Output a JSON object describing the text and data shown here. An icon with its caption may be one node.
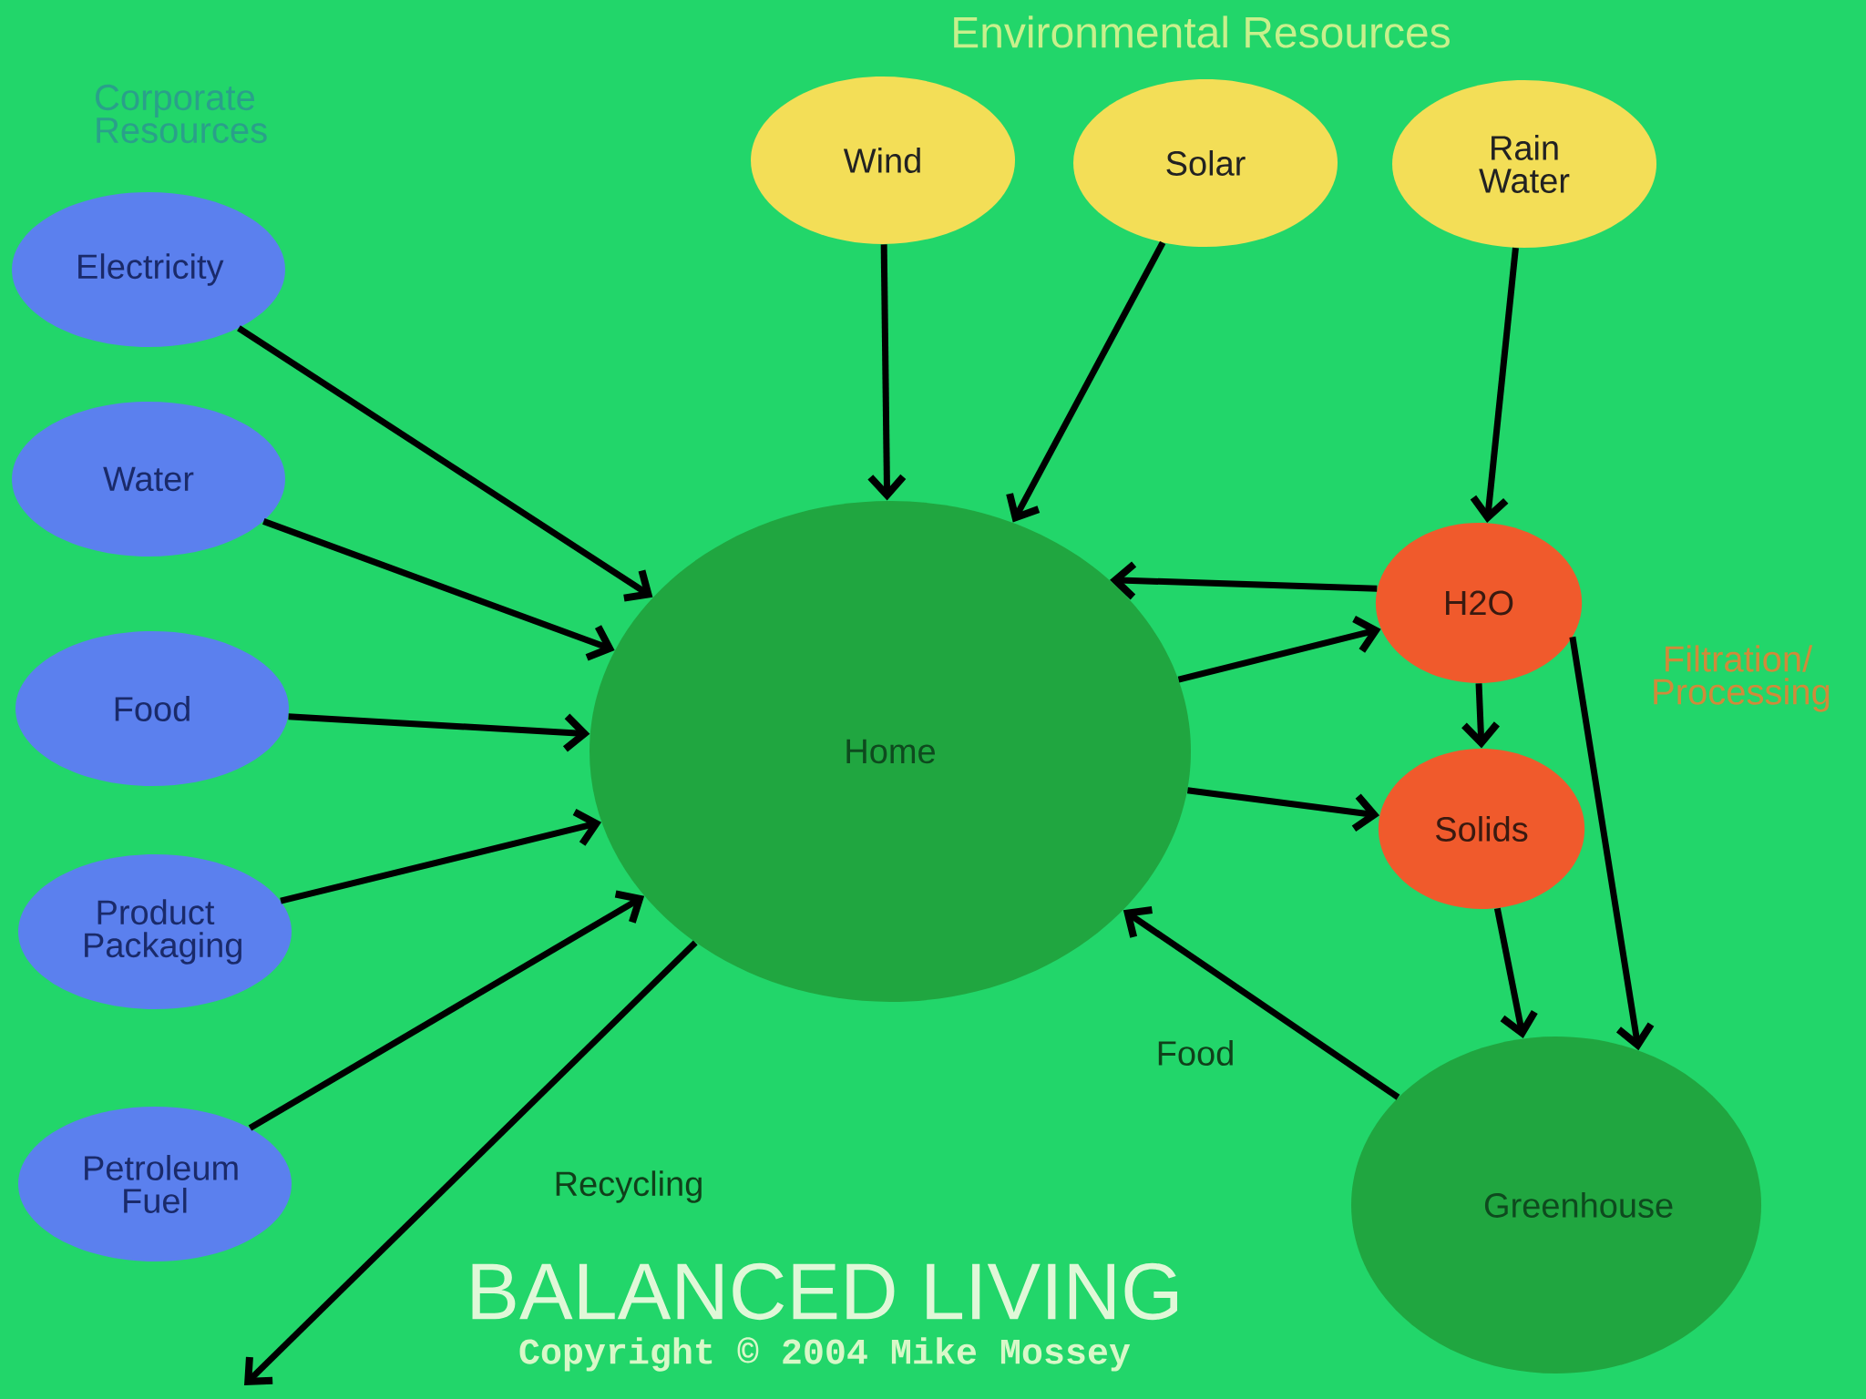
{
  "diagram": {
    "title": "BALANCED LIVING",
    "nodes": [
      {
        "text": [
          "Electricity"
        ]
      },
      {
        "text": [
          "Water"
        ]
      },
      {
        "text": [
          "Food"
        ]
      },
      {
        "text": [
          "Product Packaging"
        ]
      },
      {
        "text": [
          "Petroleum Fuel"
        ]
      },
      {
        "text": [
          "Wind"
        ]
      },
      {
        "text": [
          "Solar"
        ]
      },
      {
        "text": [
          "Rain Water"
        ]
      },
      {
        "text": [
          "Home"
        ]
      },
      {
        "text": [
          "H2O"
        ]
      },
      {
        "text": [
          "Solids"
        ]
      },
      {
        "text": [
          "Greenhouse"
        ]
      }
    ],
    "edges": [
      {
        "from": 0,
        "to": 8,
        "arrow": "to"
      },
      {
        "from": 1,
        "to": 8,
        "arrow": "to"
      },
      {
        "from": 2,
        "to": 8,
        "arrow": "to"
      },
      {
        "from": 3,
        "to": 8,
        "arrow": "to"
      },
      {
        "from": 4,
        "to": 8,
        "arrow": "to"
      },
      {
        "from": 5,
        "to": 8,
        "arrow": "to"
      },
      {
        "from": 6,
        "to": 8,
        "arrow": "to"
      },
      {
        "from": 7,
        "to": 9,
        "arrow": "to"
      },
      {
        "from": 9,
        "to": 8,
        "arrow": "to"
      },
      {
        "from": 8,
        "to": 9,
        "arrow": "to"
      },
      {
        "from": 8,
        "to": 10,
        "arrow": "to"
      },
      {
        "from": 9,
        "to": 10,
        "arrow": "to"
      },
      {
        "from": 10,
        "to": 11,
        "arrow": "to"
      },
      {
        "from": 9,
        "to": 11,
        "arrow": "to"
      },
      {
        "from": 11,
        "to": 8,
        "arrow": "to",
        "label": "Food"
      },
      {
        "from": 8,
        "to": null,
        "arrow": "to",
        "label": "Recycling"
      }
    ],
    "labels": [
      "Environmental Resources",
      "Corporate Resources",
      "Filtration/ Processing",
      "Copyright © 2004 Mike Mossey"
    ]
  }
}
